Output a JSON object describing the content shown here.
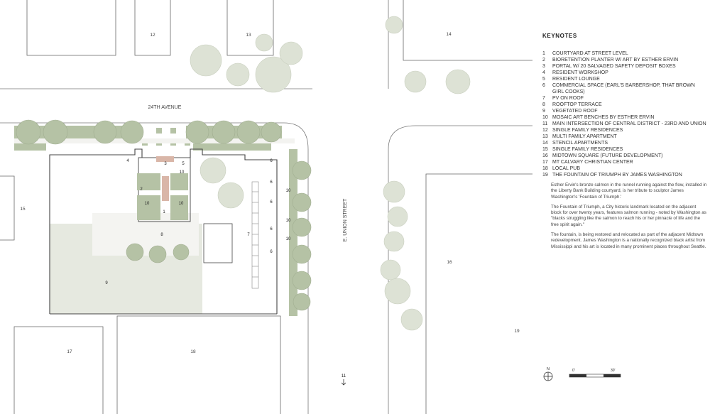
{
  "labels": {
    "street_24th": "24TH AVENUE",
    "street_union": "E. UNION STREET",
    "north_arrow": "N"
  },
  "lot_numbers": [
    "12",
    "13",
    "14",
    "15",
    "16",
    "17",
    "18",
    "19"
  ],
  "plan_keys": [
    "1",
    "2",
    "3",
    "4",
    "5",
    "6",
    "7",
    "8",
    "9",
    "10"
  ],
  "keynotes": {
    "title": "KEYNOTES",
    "items": [
      {
        "num": "1",
        "text": "COURTYARD AT STREET LEVEL"
      },
      {
        "num": "2",
        "text": "BIORETENTION PLANTER W/ ART BY ESTHER ERVIN"
      },
      {
        "num": "3",
        "text": "PORTAL W/ 20 SALVAGED SAFETY DEPOSIT BOXES"
      },
      {
        "num": "4",
        "text": "RESIDENT WORKSHOP"
      },
      {
        "num": "5",
        "text": "RESIDENT LOUNGE"
      },
      {
        "num": "6",
        "text": "COMMERCIAL SPACE (EARL'S BARBERSHOP, THAT BROWN GIRL COOKS)"
      },
      {
        "num": "7",
        "text": "PV ON ROOF"
      },
      {
        "num": "8",
        "text": "ROOFTOP TERRACE"
      },
      {
        "num": "9",
        "text": "VEGETATED ROOF"
      },
      {
        "num": "10",
        "text": "MOSAIC ART BENCHES BY ESTHER ERVIN"
      },
      {
        "num": "11",
        "text": "MAIN INTERSECTION OF CENTRAL DISTRICT - 23RD AND UNION"
      },
      {
        "num": "12",
        "text": "SINGLE FAMILY RESIDENCES"
      },
      {
        "num": "13",
        "text": "MULTI FAMILY APARTMENT"
      },
      {
        "num": "14",
        "text": "STENCIL APARTMENTS"
      },
      {
        "num": "15",
        "text": "SINGLE FAMILY RESIDENCES"
      },
      {
        "num": "16",
        "text": "MIDTOWN SQUARE (FUTURE DEVELOPMENT)"
      },
      {
        "num": "17",
        "text": "MT CALVARY CHRISTIAN CENTER"
      },
      {
        "num": "18",
        "text": "LOCAL PUB"
      },
      {
        "num": "19",
        "text": "THE FOUNTAIN OF TRIUMPH BY JAMES WASHINGTON"
      }
    ],
    "paragraphs": [
      "Esther Ervin's bronze salmon in the runnel running against the flow, installed in the Liberty Bank Building courtyard, is her tribute to sculptor James Washington's 'Fountain of Triumph.'",
      "The Fountain of Triumph, a City historic landmark located on the adjacent block for over twenty years, features salmon running - noted by Washington as \"blacks struggling like the salmon to reach his or her pinnacle of life and the free spirit again.\"",
      "The fountain, is being restored and relocated as part of the adjacent Midtown redevelopment. James Washington is a nationally recognized black artist from Mississippi and his art is located in many prominent places throughout Seattle."
    ]
  },
  "scale": {
    "start": "0'",
    "end": "30'"
  },
  "colors": {
    "green": "#b5c2a5",
    "tree": "#dde2d5",
    "line": "#555555",
    "vegroof": "#e6e9e0"
  }
}
